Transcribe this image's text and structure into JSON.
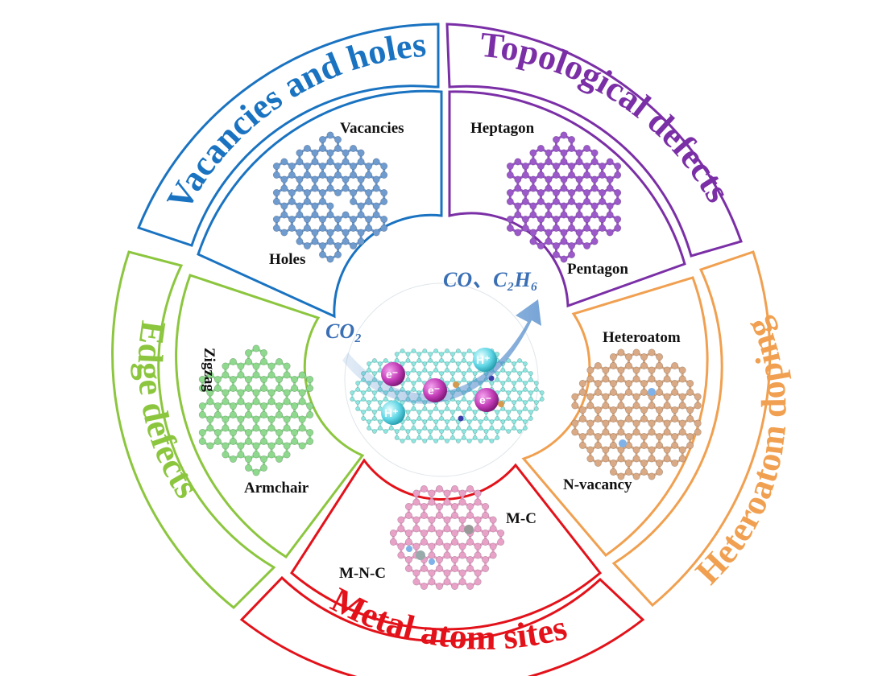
{
  "segments": [
    {
      "id": "vacancies",
      "title": "Vacancies and holes",
      "color": "#1a73c1",
      "labels": [
        {
          "key": "vacancies",
          "text": "Vacancies"
        },
        {
          "key": "holes",
          "text": "Holes"
        }
      ]
    },
    {
      "id": "topological",
      "title": "Topological defects",
      "color": "#7b2fa6",
      "labels": [
        {
          "key": "heptagon",
          "text": "Heptagon"
        },
        {
          "key": "pentagon",
          "text": "Pentagon"
        }
      ]
    },
    {
      "id": "heteroatom",
      "title": "Heteroatom doping",
      "color": "#f0a050",
      "labels": [
        {
          "key": "heteroatom",
          "text": "Heteroatom"
        },
        {
          "key": "nvacancy",
          "text": "N-vacancy"
        }
      ]
    },
    {
      "id": "metal",
      "title": "Metal atom sites",
      "color": "#e3121a",
      "labels": [
        {
          "key": "mc",
          "text": "M-C"
        },
        {
          "key": "mnc",
          "text": "M-N-C"
        }
      ]
    },
    {
      "id": "edge",
      "title": "Edge defects",
      "color": "#8cc63f",
      "labels": [
        {
          "key": "zigzag",
          "text": "Zigzag"
        },
        {
          "key": "armchair",
          "text": "Armchair"
        }
      ]
    }
  ],
  "center": {
    "reactant": "CO₂",
    "products": "CO、C₂H₆",
    "electron": "e⁻",
    "proton": "H⁺"
  },
  "lattice_colors": {
    "vacancies": "#6f9bcf",
    "topological": "#9b59c9",
    "heteroatom": "#d9aa85",
    "metal": "#e8a2c8",
    "edge": "#8fd98f",
    "center": "#8ee6e0"
  }
}
